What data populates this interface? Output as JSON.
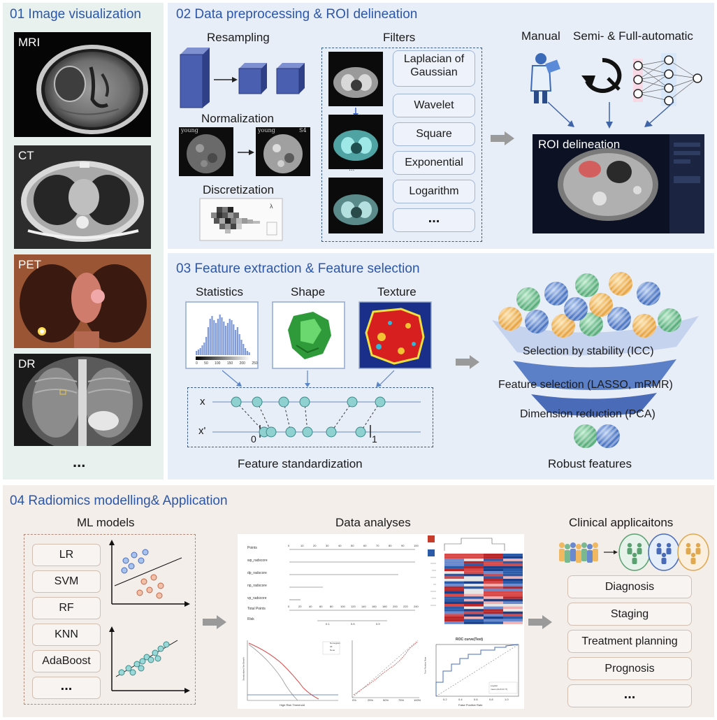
{
  "panel1": {
    "title": "01 Image visualization",
    "modalities": [
      "MRI",
      "CT",
      "PET",
      "DR"
    ],
    "more": "..."
  },
  "panel2": {
    "title": "02 Data preprocessing & ROI delineation",
    "resampling": "Resampling",
    "normalization": "Normalization",
    "discretization": "Discretization",
    "filters_title": "Filters",
    "filters": [
      "Laplacian of Gaussian",
      "Wavelet",
      "Square",
      "Exponential",
      "Logarithm",
      "..."
    ],
    "thumb_dots": "...",
    "young_left": "young",
    "young_right": "young",
    "s4": "S4",
    "lambda": "λ",
    "manual": "Manual",
    "semi_full": "Semi- & Full-automatic",
    "roi": "ROI delineation"
  },
  "panel3": {
    "title": "03 Feature extraction & Feature selection",
    "statistics": "Statistics",
    "shape": "Shape",
    "texture": "Texture",
    "x_label": "x",
    "xprime_label": "x'",
    "zero": "0",
    "one": "1",
    "standardization": "Feature standardization",
    "stability": "Selection by stability (ICC)",
    "selection": "Feature selection (LASSO, mRMR)",
    "dimension": "Dimension reduction (PCA)",
    "robust": "Robust features",
    "hist_ticks": [
      "0",
      "50",
      "100",
      "150",
      "200",
      "250"
    ]
  },
  "panel4": {
    "title": "04 Radiomics modelling& Application",
    "ml_title": "ML models",
    "ml_models": [
      "LR",
      "SVM",
      "RF",
      "KNN",
      "AdaBoost",
      "..."
    ],
    "analyses_title": "Data analyses",
    "nomogram_rows": [
      "Points",
      "wp_radscore",
      "dp_radscore",
      "np_radscore",
      "vp_radscore",
      "Total Points",
      "Risk"
    ],
    "points_ticks": [
      "0",
      "10",
      "20",
      "30",
      "40",
      "50",
      "60",
      "70",
      "80",
      "90",
      "100"
    ],
    "total_ticks": [
      "0",
      "20",
      "40",
      "60",
      "80",
      "100",
      "120",
      "140",
      "160",
      "180",
      "200",
      "220",
      "240"
    ],
    "risk_ticks": [
      "0.1",
      "0.5",
      "0.9"
    ],
    "roc_title": "ROC curve(Test)",
    "roc_xlabel": "False Positive Rate",
    "roc_ylabel": "True Positive Rate",
    "roc_legend": [
      "Logistic",
      "mean (AUC=0.77)"
    ],
    "roc_ticks": [
      "0.2",
      "0.4",
      "0.6",
      "0.8",
      "1.0"
    ],
    "dca_xlabel": "High Risk Threshold",
    "dca_ylabel": "Standardized Net Benefit",
    "dca_legend": [
      "Nomogram",
      "All",
      "None"
    ],
    "cal_ticks": [
      "0%",
      "25%",
      "50%",
      "75%",
      "100%"
    ],
    "clinical_title": "Clinical applicaitons",
    "applications": [
      "Diagnosis",
      "Staging",
      "Treatment planning",
      "Prognosis",
      "..."
    ]
  },
  "colors": {
    "title_blue": "#2c56a8",
    "cube_blue": "#4a5fb0",
    "sphere_green": "#7fc49b",
    "sphere_blue": "#6f93d3",
    "sphere_orange": "#f2c173",
    "node_teal": "#7fcfcf",
    "arrow_gray": "#9a9a9a",
    "arrow_blue": "#3f64a8"
  }
}
